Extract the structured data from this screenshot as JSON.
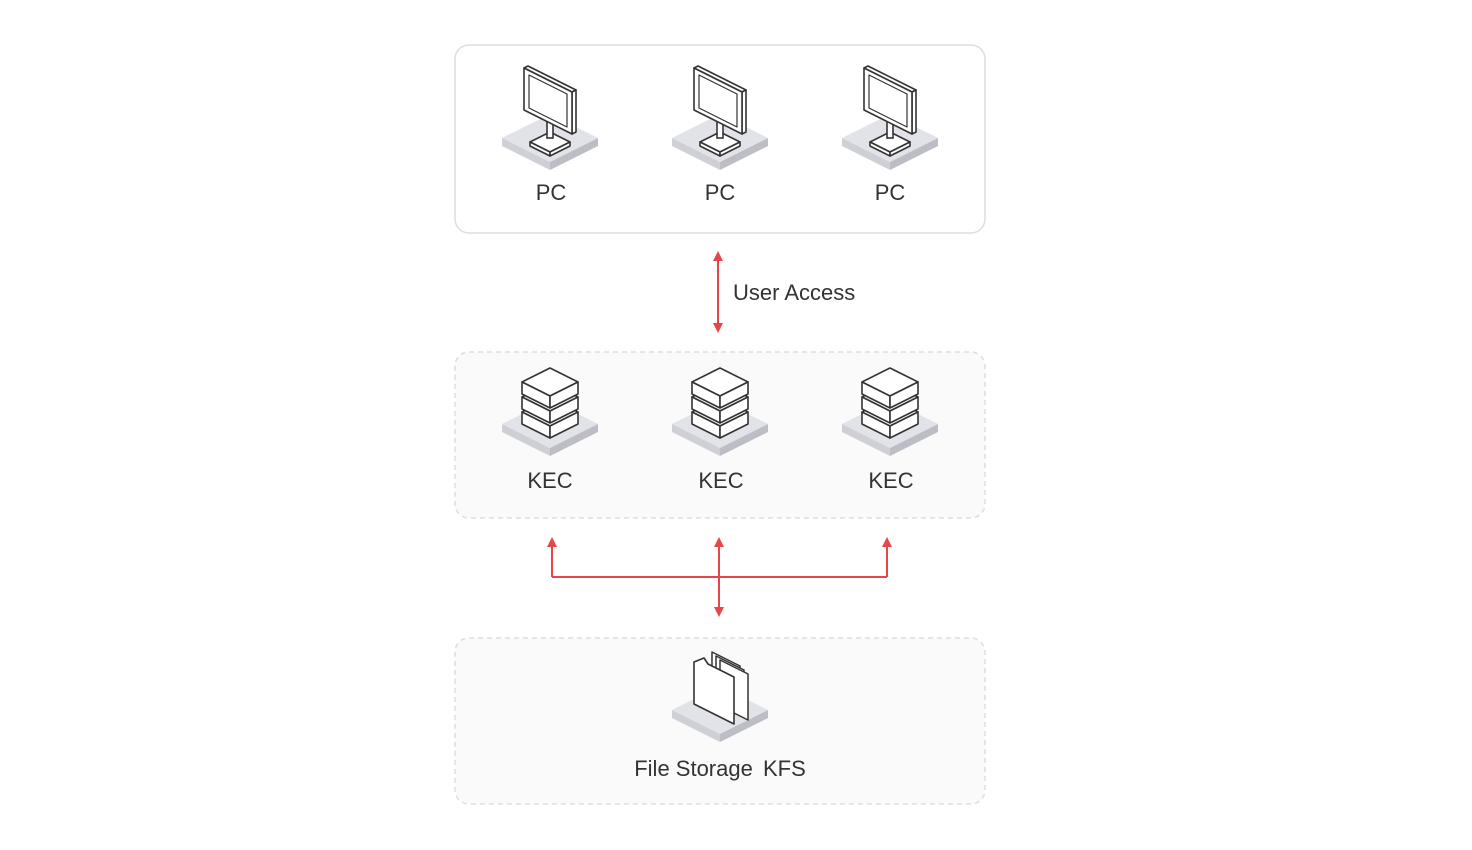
{
  "groups": {
    "clients": {
      "items": [
        {
          "label": "PC",
          "icon": "pc-monitor-icon"
        },
        {
          "label": "PC",
          "icon": "pc-monitor-icon"
        },
        {
          "label": "PC",
          "icon": "pc-monitor-icon"
        }
      ]
    },
    "compute": {
      "items": [
        {
          "label": "KEC",
          "icon": "server-stack-icon"
        },
        {
          "label": "KEC",
          "icon": "server-stack-icon"
        },
        {
          "label": "KEC",
          "icon": "server-stack-icon"
        }
      ]
    },
    "storage": {
      "item": {
        "label_main": "File Storage",
        "label_suffix": "KFS",
        "icon": "folder-files-icon"
      }
    }
  },
  "connections": {
    "user_access": {
      "label": "User Access"
    },
    "arrow_color": "#e8454b"
  },
  "colors": {
    "box_border": "#dcdde2",
    "box_fill_compute": "#fafafb",
    "platform_top": "#e2e3e8",
    "platform_side": "#c8c9cf"
  }
}
